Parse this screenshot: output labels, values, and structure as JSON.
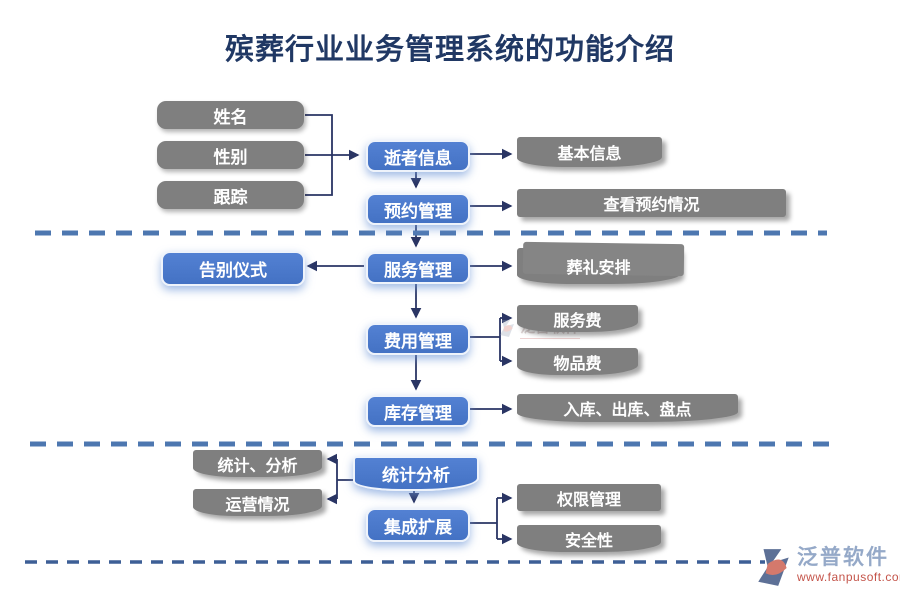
{
  "title": "殡葬行业业务管理系统的功能介绍",
  "nodes": {
    "name": "姓名",
    "gender": "性别",
    "tracking": "跟踪",
    "deceased_info": "逝者信息",
    "basic_info": "基本信息",
    "appointment_mgmt": "预约管理",
    "view_appointments": "查看预约情况",
    "farewell_ceremony": "告别仪式",
    "service_mgmt": "服务管理",
    "funeral_arrangement": "葬礼安排",
    "fee_mgmt": "费用管理",
    "service_fee": "服务费",
    "item_fee": "物品费",
    "inventory_mgmt": "库存管理",
    "in_out_stocktaking": "入库、出库、盘点",
    "stats_analysis": "统计分析",
    "stats_analysis_detail": "统计、分析",
    "operation_status": "运营情况",
    "integration_expansion": "集成扩展",
    "permission_mgmt": "权限管理",
    "security": "安全性"
  },
  "watermark": {
    "brand": "泛普软件"
  },
  "footer_logo": {
    "brand": "泛普软件",
    "url": "www.fanpusoft.com"
  },
  "colors": {
    "title_navy": "#203864",
    "box_blue": "#4472C4",
    "box_gray": "#7F7F7F",
    "connector_navy": "#2A3564",
    "divider_blue": "#4D77B0",
    "divider_dark_blue": "#3D5F96",
    "logo_brand_blue": "#95A9C8",
    "logo_url_red": "#C4544A"
  }
}
